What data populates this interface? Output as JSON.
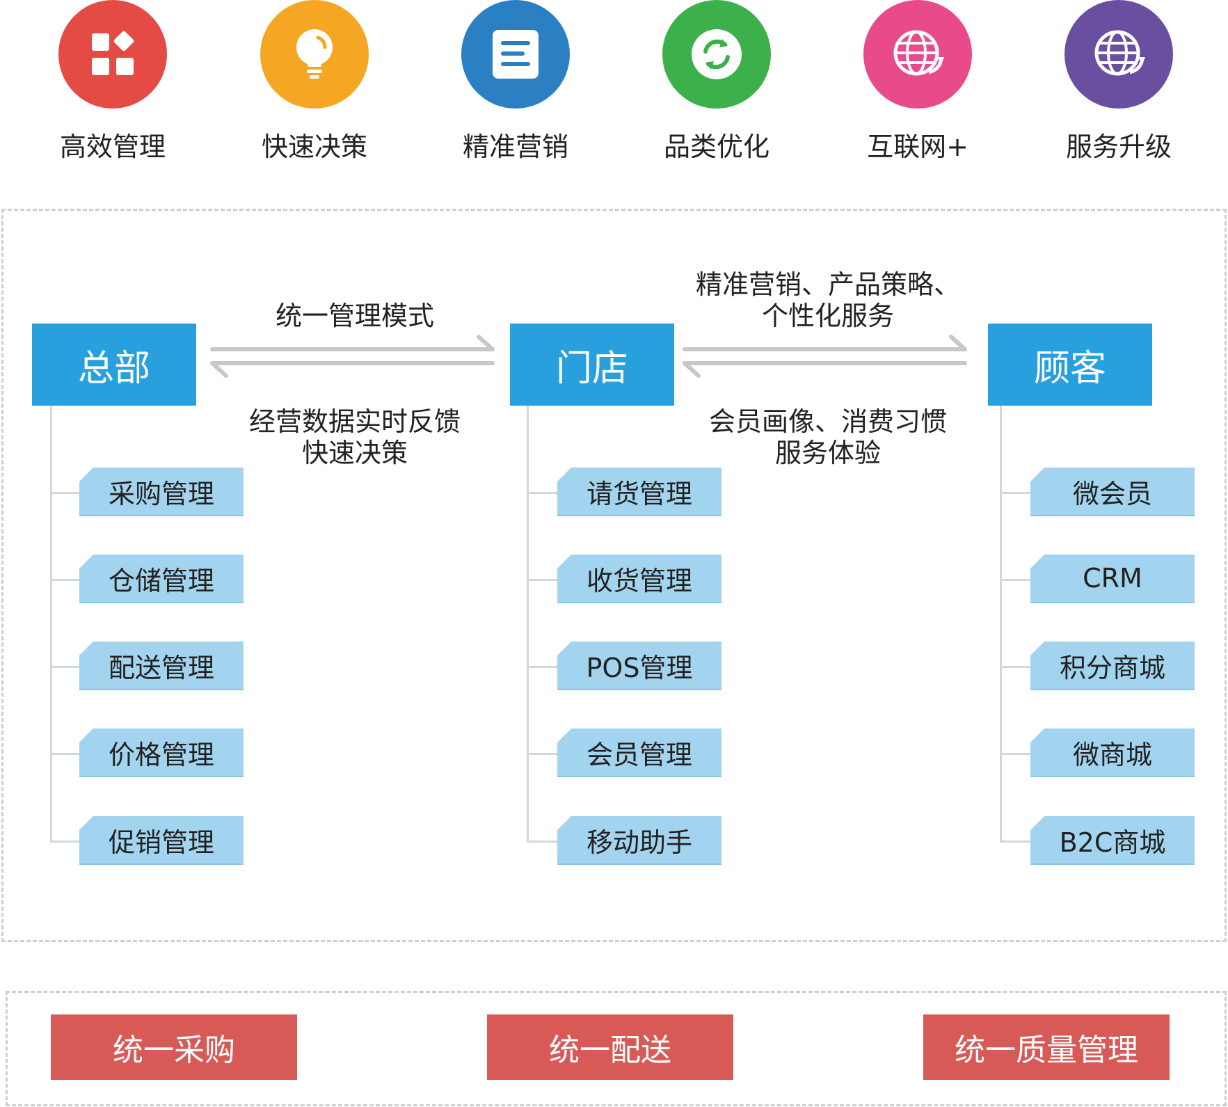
{
  "features": [
    {
      "label": "高效管理",
      "icon": "grid-apps-icon",
      "color": "#e44b45"
    },
    {
      "label": "快速决策",
      "icon": "lightbulb-icon",
      "color": "#f5a623"
    },
    {
      "label": "精准营销",
      "icon": "document-icon",
      "color": "#2b7fc3"
    },
    {
      "label": "品类优化",
      "icon": "refresh-icon",
      "color": "#3cb04b"
    },
    {
      "label": "互联网+",
      "icon": "globe-icon",
      "color": "#e84a8a"
    },
    {
      "label": "服务升级",
      "icon": "globe-arrow-icon",
      "color": "#6a4fa0"
    }
  ],
  "nodes": {
    "hq": "总部",
    "store": "门店",
    "customer": "顾客"
  },
  "flows": {
    "hq_to_store": "统一管理模式",
    "store_to_hq_line1": "经营数据实时反馈",
    "store_to_hq_line2": "快速决策",
    "store_to_customer_line1": "精准营销、产品策略、",
    "store_to_customer_line2": "个性化服务",
    "customer_to_store_line1": "会员画像、消费习惯",
    "customer_to_store_line2": "服务体验"
  },
  "hq_items": [
    "采购管理",
    "仓储管理",
    "配送管理",
    "价格管理",
    "促销管理"
  ],
  "store_items": [
    "请货管理",
    "收货管理",
    "POS管理",
    "会员管理",
    "移动助手"
  ],
  "customer_items": [
    "微会员",
    "CRM",
    "积分商城",
    "微商城",
    "B2C商城"
  ],
  "unified": [
    "统一采购",
    "统一配送",
    "统一质量管理"
  ],
  "colors": {
    "node_blue": "#27a0dd",
    "sub_blue": "#a3d4ef",
    "unified_red": "#d85a57",
    "arrow_gray": "#c8c8c8"
  }
}
